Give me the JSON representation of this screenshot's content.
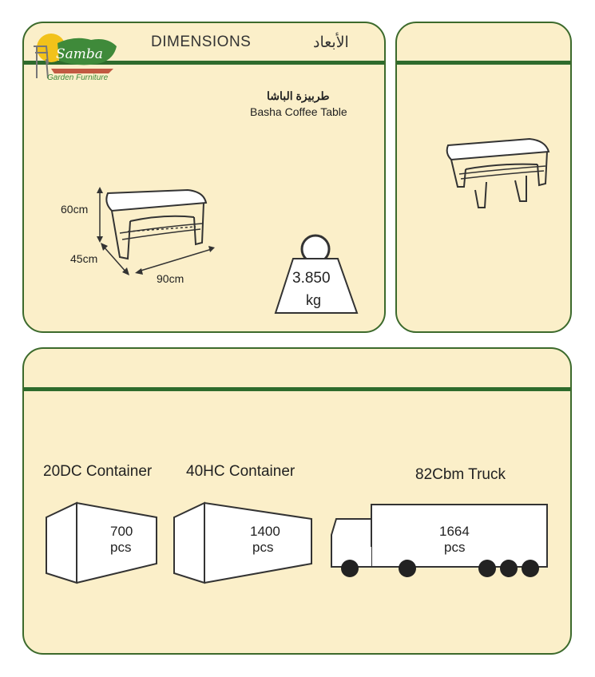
{
  "brand": {
    "name": "Samba",
    "tagline": "Garden Furniture"
  },
  "header": {
    "title_en": "DIMENSIONS",
    "title_ar": "الأبعاد"
  },
  "product": {
    "name_ar": "طربيزة الباشا",
    "name_en": "Basha Coffee Table"
  },
  "dimensions": {
    "height": "60cm",
    "depth": "45cm",
    "width": "90cm"
  },
  "weight": {
    "value": "3.850",
    "unit": "kg"
  },
  "shipping": [
    {
      "label": "20DC Container",
      "quantity": "700",
      "unit": "pcs"
    },
    {
      "label": "40HC Container",
      "quantity": "1400",
      "unit": "pcs"
    },
    {
      "label": "82Cbm Truck",
      "quantity": "1664",
      "unit": "pcs"
    }
  ],
  "colors": {
    "panel": "#fbefc9",
    "border": "#3c6a2c",
    "band": "#2e6b2c",
    "logo_green": "#3f8a3a",
    "sun": "#f2c21a"
  }
}
